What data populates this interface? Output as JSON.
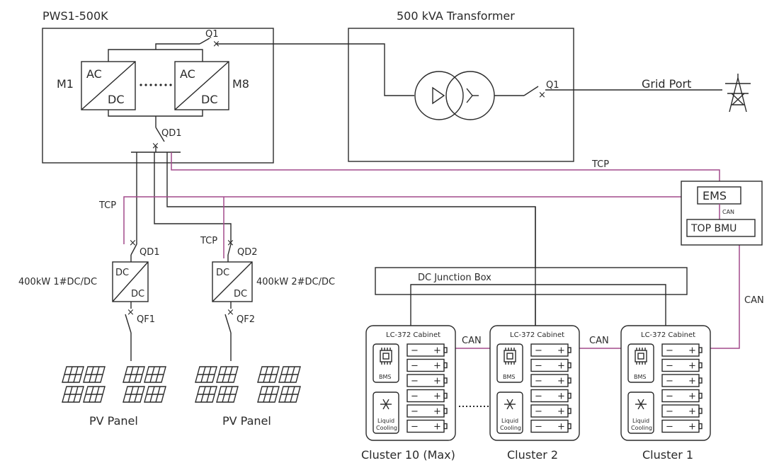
{
  "pcs": {
    "title": "PWS1-500K",
    "module_left": "M1",
    "module_right": "M8",
    "ac": "AC",
    "dc": "DC",
    "breaker_q1": "Q1",
    "breaker_qd1": "QD1"
  },
  "transformer": {
    "title": "500 kVA Transformer",
    "breaker": "Q1",
    "grid_port": "Grid Port"
  },
  "tcp": [
    "TCP",
    "TCP",
    "TCP"
  ],
  "dcdc": [
    {
      "label": "400kW 1#DC/DC",
      "top_breaker": "QD1",
      "bottom_breaker": "QF1",
      "dc_a": "DC",
      "dc_b": "DC"
    },
    {
      "label": "400kW 2#DC/DC",
      "top_breaker": "QD2",
      "bottom_breaker": "QF2",
      "dc_a": "DC",
      "dc_b": "DC"
    }
  ],
  "pv": [
    {
      "label": "PV Panel"
    },
    {
      "label": "PV Panel"
    }
  ],
  "control": {
    "ems": "EMS",
    "can_internal": "CAN",
    "top_bmu": "TOP BMU",
    "can_right": "CAN"
  },
  "junction_box": {
    "label": "DC Junction Box"
  },
  "cabinets": [
    {
      "title": "LC-372 Cabinet",
      "cluster": "Cluster 10 (Max)",
      "bms": "BMS",
      "cooling_1": "Liquid",
      "cooling_2": "Cooling"
    },
    {
      "title": "LC-372 Cabinet",
      "cluster": "Cluster 2",
      "bms": "BMS",
      "cooling_1": "Liquid",
      "cooling_2": "Cooling"
    },
    {
      "title": "LC-372 Cabinet",
      "cluster": "Cluster 1",
      "bms": "BMS",
      "cooling_1": "Liquid",
      "cooling_2": "Cooling"
    }
  ],
  "can_links": [
    "CAN",
    "CAN"
  ],
  "battery_signs": {
    "minus": "−",
    "plus": "+"
  },
  "icons": [
    "switch-icon",
    "transformer-icon",
    "transmission-tower-icon",
    "solar-panel-icon",
    "chip-icon",
    "snowflake-icon",
    "battery-icon"
  ],
  "colors": {
    "line": "#2a2a2a",
    "comm": "#a24a8c"
  }
}
